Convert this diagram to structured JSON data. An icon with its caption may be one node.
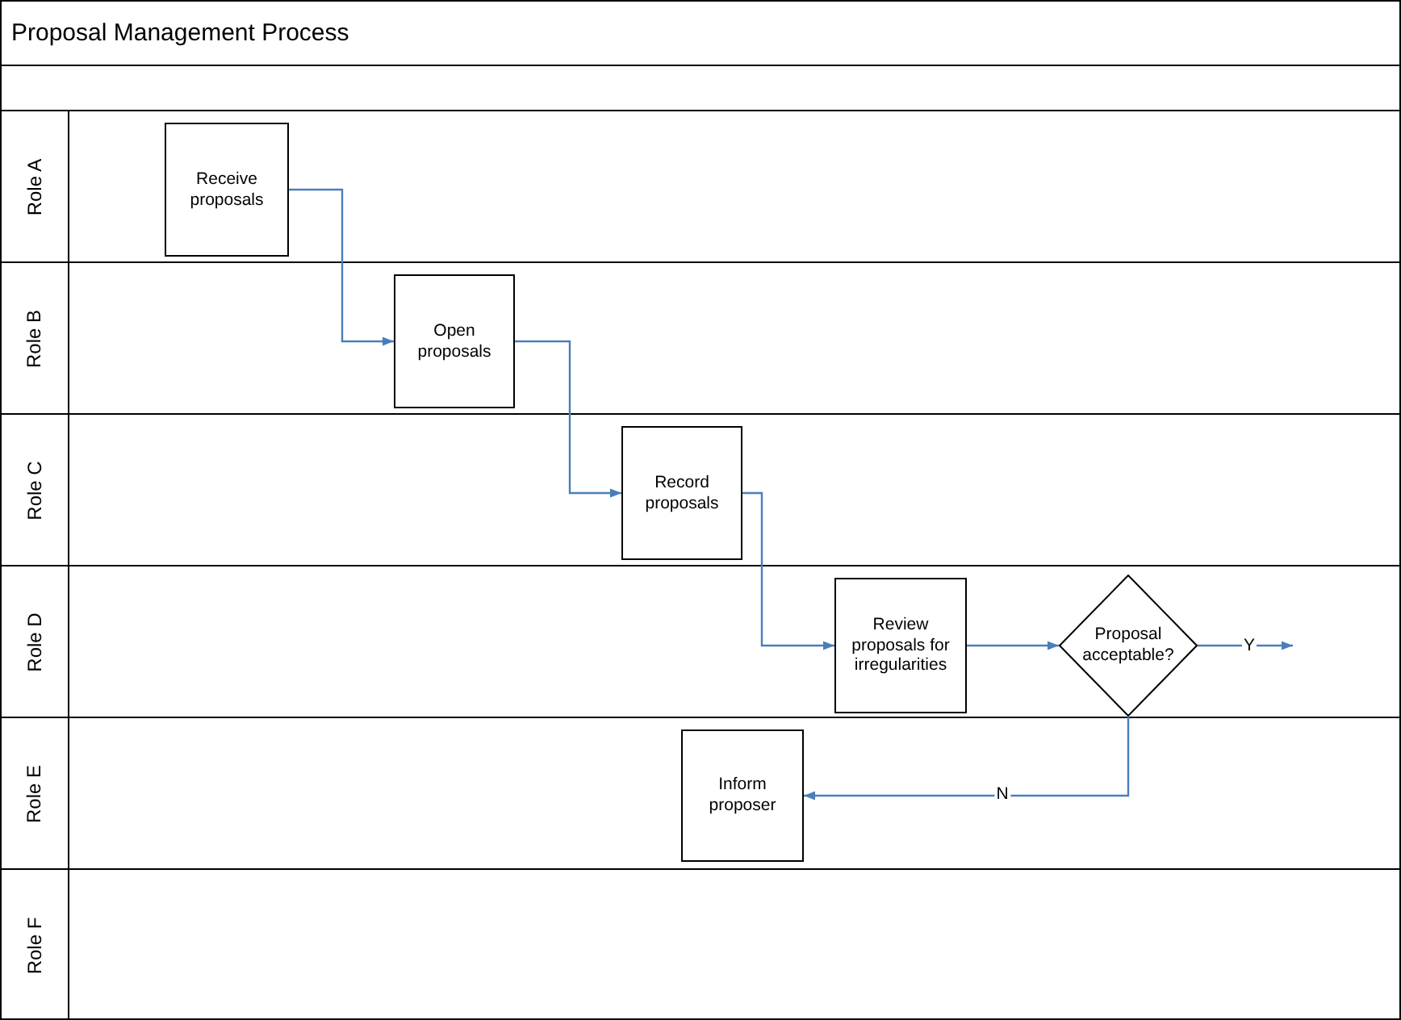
{
  "diagram": {
    "title": "Proposal Management Process",
    "nodes": [
      {
        "text": [
          "Role A"
        ]
      },
      {
        "text": [
          "Receive proposals"
        ],
        "in": 0
      },
      {
        "text": [
          "Role B"
        ]
      },
      {
        "text": [
          "Open proposals"
        ],
        "in": 2
      },
      {
        "text": [
          "Role C"
        ]
      },
      {
        "text": [
          "Record proposals"
        ],
        "in": 4
      },
      {
        "text": [
          "Role D"
        ]
      },
      {
        "text": [
          "Review proposals for irregularities"
        ],
        "in": 6
      },
      {
        "text": [
          "Proposal acceptable?"
        ],
        "in": 6
      },
      {
        "text": [
          "Role E"
        ]
      },
      {
        "text": [
          "Inform proposer"
        ],
        "in": 9
      },
      {
        "text": [
          "Role F"
        ]
      }
    ],
    "edges": [
      {
        "from": 1,
        "to": 3,
        "arrow": "to"
      },
      {
        "from": 3,
        "to": 5,
        "arrow": "to"
      },
      {
        "from": 5,
        "to": 7,
        "arrow": "to"
      },
      {
        "from": 7,
        "to": 8,
        "arrow": "to"
      },
      {
        "from": 8,
        "to": null,
        "arrow": "to",
        "label": "Y"
      },
      {
        "from": 8,
        "to": 10,
        "arrow": "to",
        "label": "N"
      }
    ]
  }
}
